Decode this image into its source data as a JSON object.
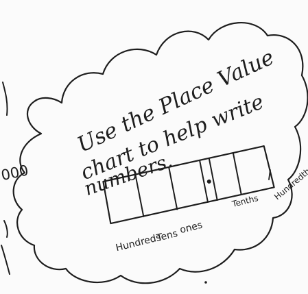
{
  "note": {
    "line1": "Use the Place Value",
    "line2": "chart to help write",
    "line3": "numbers."
  },
  "chart_labels": {
    "hundreds": "Hundreds",
    "tens": "Tens",
    "ones": "ones",
    "tenths": "Tenths",
    "hundredths": "Hundredths"
  },
  "edge_text": {
    "left_partial": "000"
  },
  "colors": {
    "ink": "#1d1d1d",
    "paper": "#fbfbfb"
  }
}
